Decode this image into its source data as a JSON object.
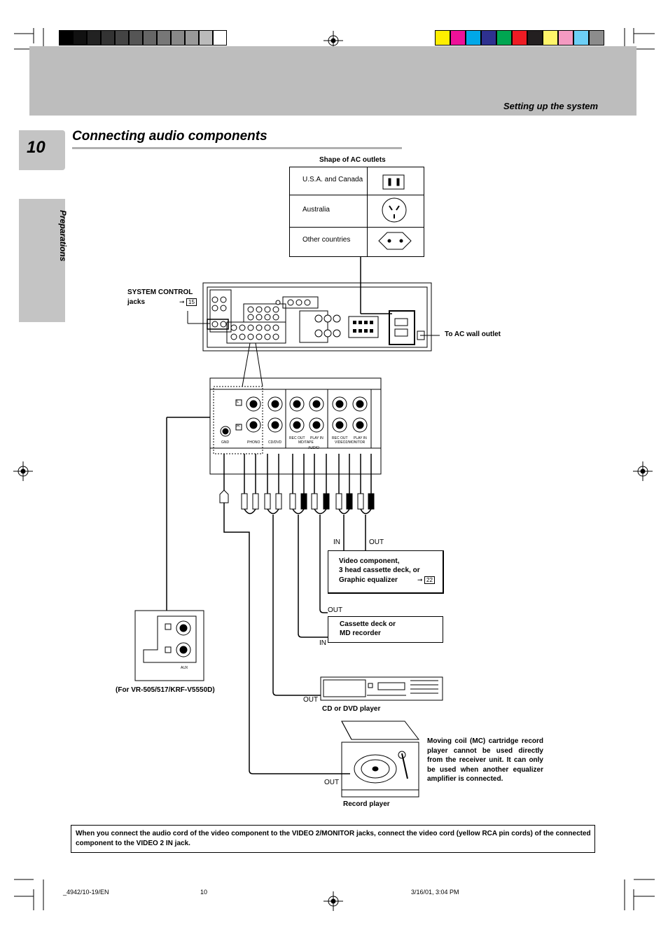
{
  "header": {
    "section_title": "Setting up the system",
    "page_number": "10",
    "side_label": "Preparations",
    "swatches_dark": [
      "#000000",
      "#111111",
      "#222222",
      "#333333",
      "#444444",
      "#555555",
      "#666666",
      "#777777",
      "#888888",
      "#999999",
      "#bbbbbb",
      "#ffffff"
    ],
    "swatches_color": [
      "#ffee00",
      "#ee1199",
      "#00a8e8",
      "#2e3190",
      "#00a651",
      "#ed1c24",
      "#231f20",
      "#fff46a",
      "#f49ac1",
      "#6dcff6",
      "#8c8c8c"
    ]
  },
  "main_title": "Connecting audio components",
  "outlets": {
    "heading": "Shape of AC outlets",
    "rows": [
      {
        "name": "U.S.A. and Canada",
        "icon": "usa-outlet-icon"
      },
      {
        "name": "Australia",
        "icon": "australia-outlet-icon"
      },
      {
        "name": "Other countries",
        "icon": "euro-outlet-icon"
      }
    ]
  },
  "labels": {
    "system_control": "SYSTEM CONTROL",
    "jacks": "jacks",
    "system_control_ref": "15",
    "ac_wall": "To AC wall outlet",
    "video_component_line1": "Video component,",
    "video_component_line2": "3 head cassette deck, or",
    "video_component_line3": "Graphic equalizer",
    "video_ref": "22",
    "cassette_line1": "Cassette deck or",
    "cassette_line2": "MD recorder",
    "cd_player": "CD or DVD player",
    "record_player": "Record player",
    "vr_models": "(For VR-505/517/KRF-V5550D)",
    "aux": "AUX",
    "in1": "IN",
    "out1": "OUT",
    "out2": "OUT",
    "in2": "IN",
    "out3": "OUT",
    "out4": "OUT"
  },
  "panel_labels": {
    "gnd": "GND",
    "phono": "PHONO",
    "cd_dvd": "CD/DVD",
    "rec_out_md": "REC OUT",
    "md_tape": "MD/TAPE",
    "play_in_md": "PLAY IN",
    "rec_out_video": "REC OUT",
    "video2_monitor": "VIDEO2/MONITOR",
    "play_in_video": "PLAY IN",
    "audio": "AUDIO",
    "l": "L",
    "r": "R"
  },
  "mc_note": "Moving coil (MC) cartridge record player cannot be used directly from the receiver unit. It can only be used when another equalizer amplifier is connected.",
  "bottom_note": "When you connect the audio cord of the video component to the VIDEO 2/MONITOR jacks, connect the video cord (yellow RCA pin cords) of the connected component to the VIDEO 2 IN jack.",
  "footer": {
    "left": "_4942/10-19/EN",
    "center": "10",
    "right": "3/16/01, 3:04 PM"
  }
}
